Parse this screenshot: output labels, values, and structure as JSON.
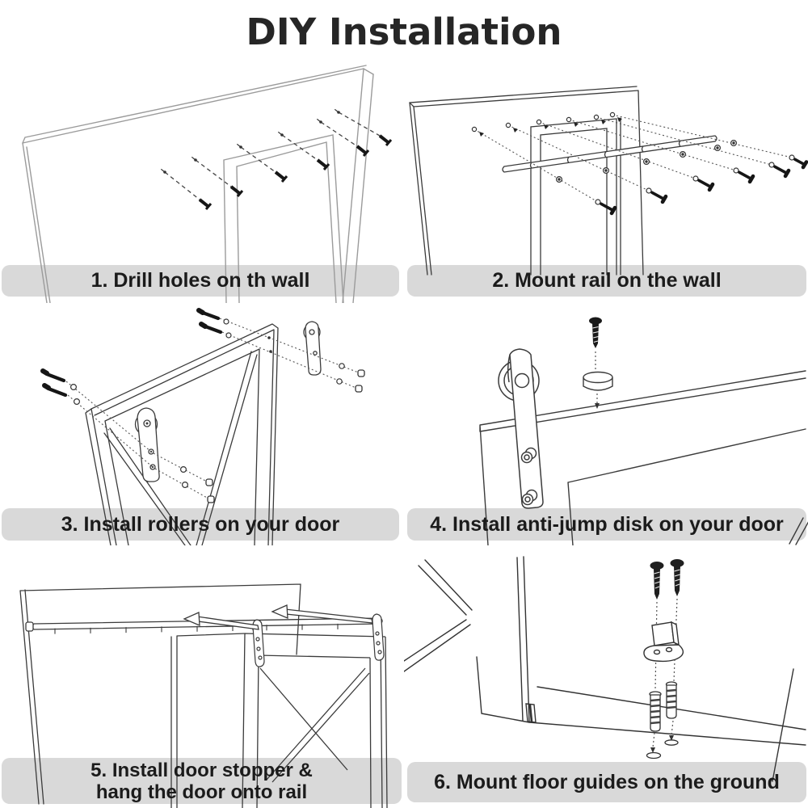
{
  "title": "DIY Installation",
  "colors": {
    "caption_bar": "#d9d9d9",
    "caption_text": "#1b1b1b",
    "title_text": "#262626",
    "line_art": "#3b3b3b",
    "line_art_light": "#9b9b9b"
  },
  "panels": [
    {
      "id": 1,
      "caption": "1. Drill holes on th wall",
      "illustration": "wall-with-drilled-holes"
    },
    {
      "id": 2,
      "caption": "2. Mount rail on the wall",
      "illustration": "rail-mounted-on-wall-with-lag-screws"
    },
    {
      "id": 3,
      "caption": "3. Install rollers on your door",
      "illustration": "roller-straps-bolted-to-barn-door"
    },
    {
      "id": 4,
      "caption": "4. Install anti-jump disk on your door",
      "illustration": "anti-jump-disk-screwed-on-door-top"
    },
    {
      "id": 5,
      "caption": "5. Install door stopper &\nhang the door onto rail",
      "illustration": "door-sliding-onto-rail-with-stoppers"
    },
    {
      "id": 6,
      "caption": "6. Mount floor guides on the ground",
      "illustration": "floor-guide-screws-and-anchors"
    }
  ]
}
